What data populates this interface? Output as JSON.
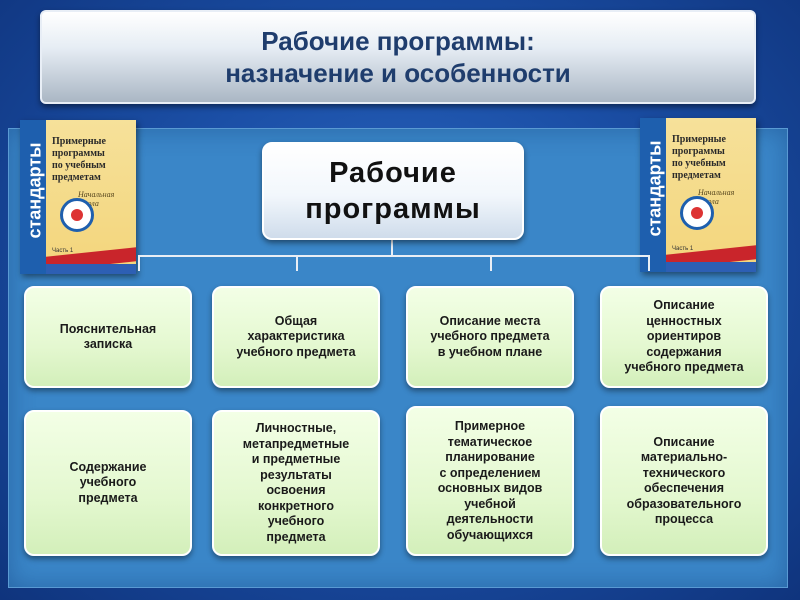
{
  "title": {
    "line1": "Рабочие программы:",
    "line2": "назначение и особенности"
  },
  "center": {
    "line1": "Рабочие",
    "line2": "программы"
  },
  "top_cards": [
    "Пояснительная\nзаписка",
    "Общая\nхарактеристика\nучебного предмета",
    "Описание места\nучебного предмета\nв учебном плане",
    "Описание\nценностных\nориентиров\nсодержания\nучебного предмета"
  ],
  "bottom_cards": [
    "Содержание\nучебного\nпредмета",
    "Личностные,\nметапредметные\nи предметные\nрезультаты\nосвоения\nконкретного\nучебного\nпредмета",
    "Примерное\nтематическое\nпланирование\nс определением\nосновных видов\nучебной\nдеятельности\nобучающихся",
    "Описание\nматериально-\nтехнического\nобеспечения\nобразовательного\nпроцесса"
  ],
  "book": {
    "spine": "стандарты",
    "cover": "Примерные\nпрограммы\nпо учебным\nпредметам",
    "subtitle": "Начальная\nшкола",
    "part": "Часть 1"
  },
  "colors": {
    "background": "#1b4fa6",
    "panel": "#3a86c8",
    "card": "#e4f8d0",
    "title_text": "#1f3d6d"
  }
}
